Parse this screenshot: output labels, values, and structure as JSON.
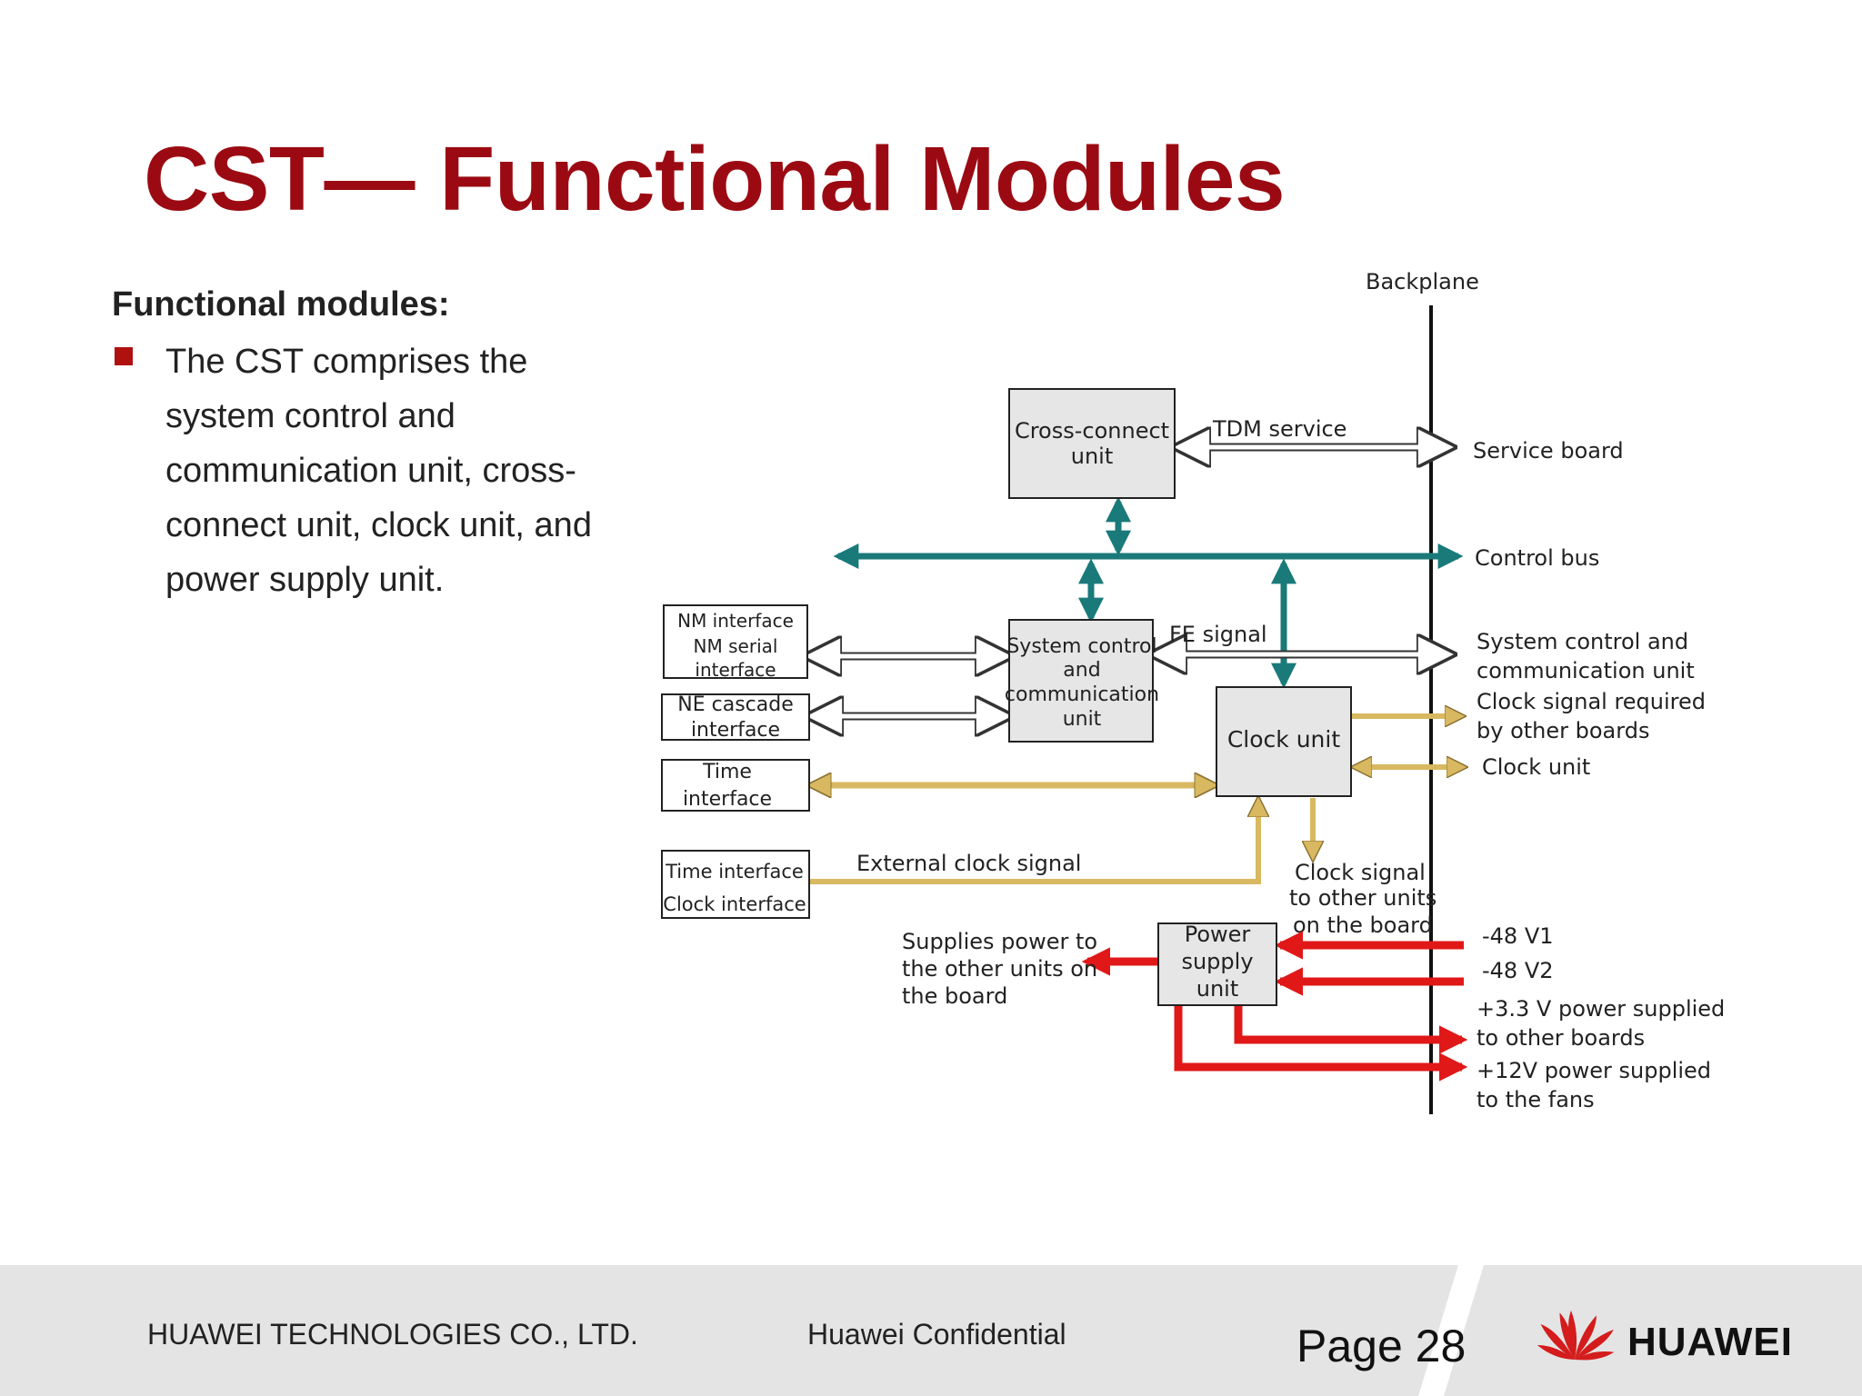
{
  "slide": {
    "title": "CST— Functional Modules",
    "subheading": "Functional modules:",
    "bullets": [
      "The CST comprises the system control and communication unit, cross-connect unit, clock unit, and power supply unit."
    ]
  },
  "diagram": {
    "backplane_label": "Backplane",
    "boxes": {
      "cross_connect": [
        "Cross-connect",
        "unit"
      ],
      "system_control": [
        "System control",
        "and",
        "communication",
        "unit"
      ],
      "clock_unit": [
        "Clock unit"
      ],
      "power_supply": [
        "Power",
        "supply",
        "unit"
      ],
      "nm_interface": [
        "NM interface",
        "NM serial",
        "interface"
      ],
      "ne_cascade": [
        "NE cascade",
        "interface"
      ],
      "time_interface": [
        "Time",
        "interface"
      ],
      "time_clock_interface": [
        "Time interface",
        "Clock interface"
      ]
    },
    "signal_labels": {
      "tdm": "TDM service",
      "fe": "FE signal",
      "external_clock": "External clock signal",
      "clock_to_units": [
        "Clock signal",
        "to other units",
        "on the board"
      ],
      "supplies_power": [
        "Supplies power to",
        "the other units on",
        "the board"
      ]
    },
    "right_labels": {
      "service_board": "Service board",
      "control_bus": "Control bus",
      "sys_ctrl": [
        "System control and",
        "communication unit"
      ],
      "clock_required": [
        "Clock signal required",
        "by other boards"
      ],
      "clock_unit": "Clock unit",
      "v1": "-48 V1",
      "v2": "-48 V2",
      "p33": [
        "+3.3 V power supplied",
        "to other boards"
      ],
      "p12": [
        "+12V power supplied",
        "to the fans"
      ]
    },
    "colors": {
      "control_bus": "#1a7a7a",
      "clock": "#d8b860",
      "power": "#e01818",
      "box_fill": "#e6e6e6"
    }
  },
  "footer": {
    "company": "HUAWEI TECHNOLOGIES CO., LTD.",
    "confidential": "Huawei Confidential",
    "page": "Page 28",
    "logo_text": "HUAWEI"
  }
}
